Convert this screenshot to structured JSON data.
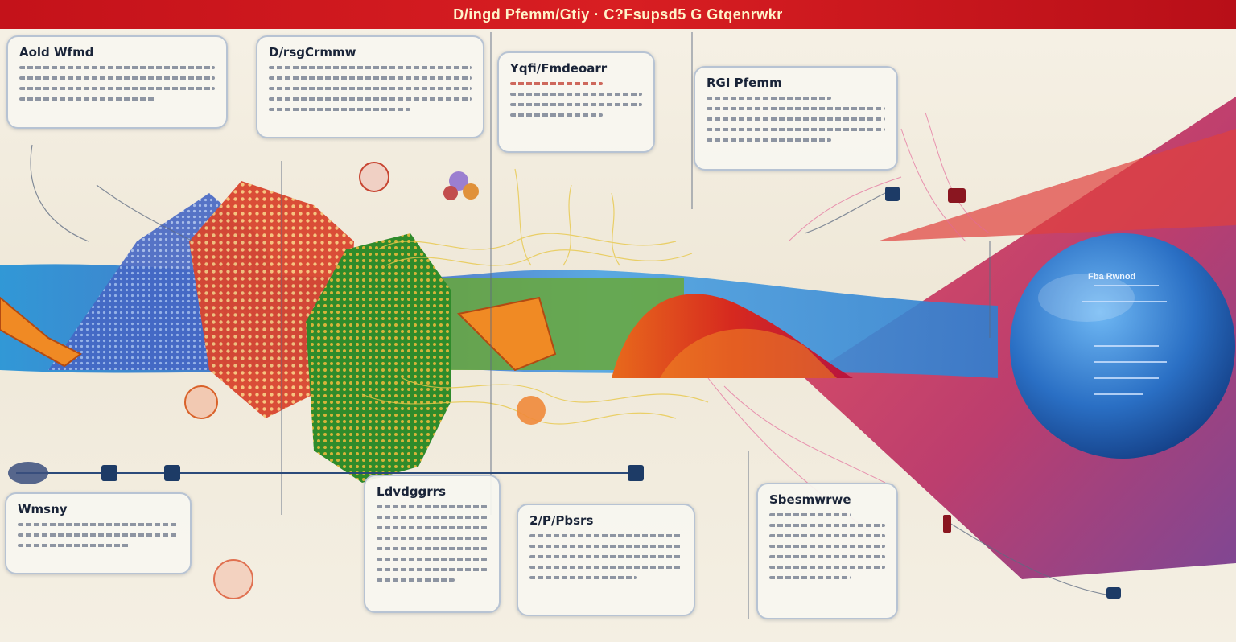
{
  "banner": {
    "title": "D/ingd Pfemm/Gtiy · C?Fsupsd5 G Gtqenrwkr"
  },
  "panels": [
    {
      "id": "tl",
      "title": "Aold Wfmd"
    },
    {
      "id": "tc",
      "title": "D/rsgCrmmw"
    },
    {
      "id": "tm",
      "title": "Yqfi/Fmdeoarr"
    },
    {
      "id": "tr",
      "title": "RGI Pfemm"
    },
    {
      "id": "bl",
      "title": "Wmsny"
    },
    {
      "id": "bc1",
      "title": "Ldvdggrrs"
    },
    {
      "id": "bc2",
      "title": "2/P/Pbsrs"
    },
    {
      "id": "br",
      "title": "Sbesmwrwe"
    }
  ],
  "sphere": {
    "title": "Fba Rwnod"
  },
  "colors": {
    "banner": "#d01b20",
    "blue_band": "#2f7fd0",
    "green_cluster": "#3f9a2e",
    "orange_cluster": "#e06a2c",
    "red_wave": "#d9341f",
    "sphere": "#2c73c9",
    "magenta": "#c0266b"
  }
}
